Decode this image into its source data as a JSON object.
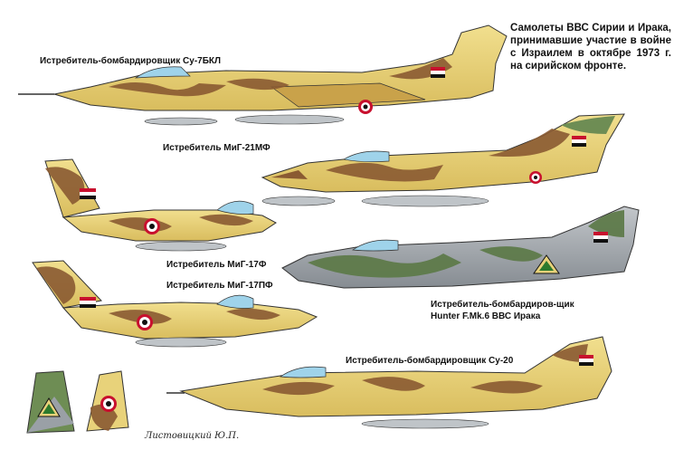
{
  "caption": "Самолеты ВВС Сирии и Ирака, принимавшие участие в войне с Израилем в октябре 1973 г. на сирийском фронте.",
  "labels": {
    "su7": "Истребитель-бомбардировщик Су-7БКЛ",
    "mig21": "Истребитель МиГ-21МФ",
    "mig17": "Истребитель МиГ-17Ф",
    "mig17pf": "Истребитель МиГ-17ПФ",
    "hunter": "Истребитель-бомбардиров-щик Hunter F.Mk.6 ВВС Ирака",
    "su20": "Истребитель-бомбардировщик Су-20"
  },
  "signature": "Листовицкий  Ю.П.",
  "colors": {
    "sand": "#e8d27a",
    "brown": "#8a5a32",
    "green": "#5e7a4a",
    "grey": "#9aa0a6"
  }
}
